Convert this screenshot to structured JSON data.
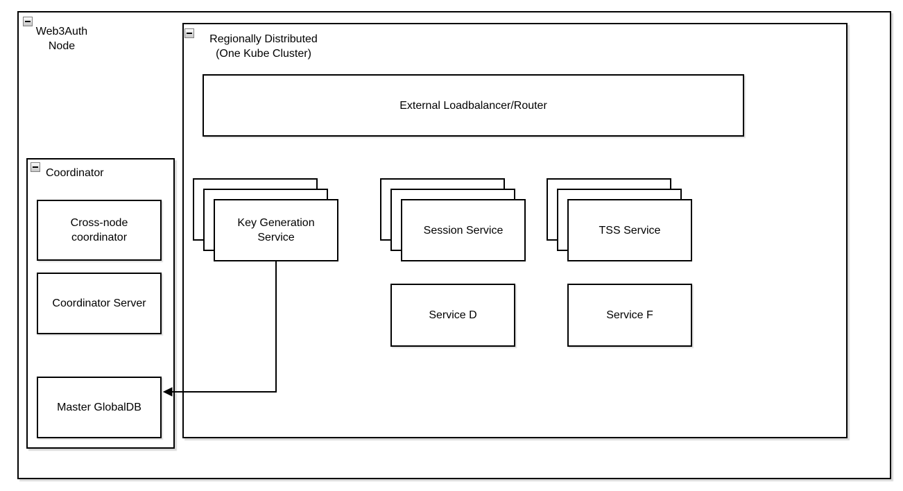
{
  "diagram": {
    "type": "architecture-diagram",
    "groups": {
      "web3auth_node": {
        "label": "Web3Auth\nNode"
      },
      "regionally_distributed": {
        "label": "Regionally Distributed\n(One Kube Cluster)"
      },
      "coordinator": {
        "label": "Coordinator"
      }
    },
    "nodes": {
      "external_lb": {
        "label": "External Loadbalancer/Router"
      },
      "key_generation": {
        "label": "Key Generation\nService",
        "stack_count": 3
      },
      "session_service": {
        "label": "Session Service",
        "stack_count": 3
      },
      "tss_service": {
        "label": "TSS Service",
        "stack_count": 3
      },
      "service_d": {
        "label": "Service D"
      },
      "service_f": {
        "label": "Service F"
      },
      "cross_node_coordinator": {
        "label": "Cross-node\ncoordinator"
      },
      "coordinator_server": {
        "label": "Coordinator Server"
      },
      "master_globaldb": {
        "label": "Master GlobalDB"
      }
    },
    "edges": [
      {
        "from": "key_generation",
        "to": "master_globaldb",
        "style": "orthogonal",
        "arrowhead": "filled-triangle-at-target"
      }
    ],
    "icons": {
      "collapse": "minus"
    },
    "colors": {
      "border": "#000000",
      "background": "#ffffff",
      "shadow": "#d9d9d9",
      "collapse_button_fill": "#d9d9d9"
    }
  }
}
